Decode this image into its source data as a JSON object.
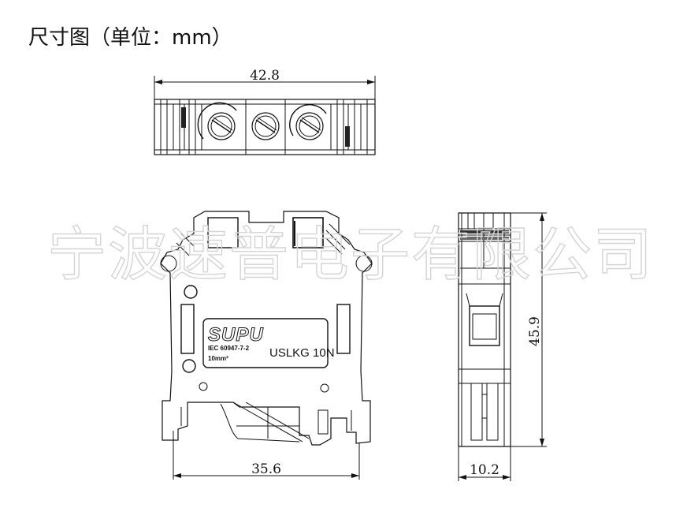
{
  "title": "尺寸图（单位：mm）",
  "watermark": "宁波速普电子有限公司",
  "dimensions": {
    "top_width": "42.8",
    "base_width": "35.6",
    "side_width": "10.2",
    "side_height": "45.9"
  },
  "label": {
    "brand": "SUPU",
    "standard": "IEC  60947-7-2",
    "cross_section": "10mm²",
    "model": "USLKG  10N"
  },
  "icons": {
    "screw": "screw-head-icon"
  }
}
